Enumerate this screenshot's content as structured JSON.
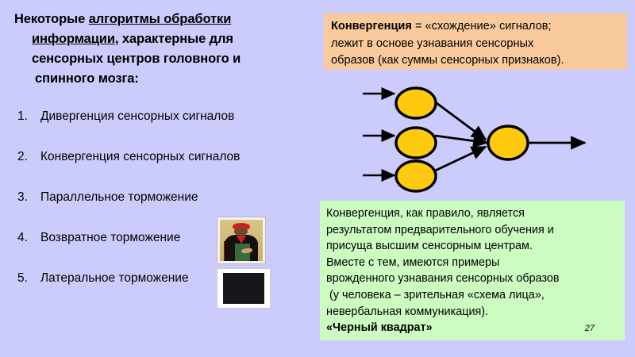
{
  "slide": {
    "background_color": "#ccccfc",
    "page_number": "27"
  },
  "title": {
    "line1_plain": "Некоторые ",
    "line1_underlined": "алгоритмы обработки",
    "line2_underlined": " информации",
    "line2_plain": ", характерные для",
    "line3": "сенсорных центров головного и",
    "line4": "спинного мозга:"
  },
  "list": {
    "items": [
      {
        "num": "1.",
        "label": "Дивергенция сенсорных сигналов"
      },
      {
        "num": "2.",
        "label": "Конвергенция сенсорных сигналов"
      },
      {
        "num": "3.",
        "label": "Параллельное торможение"
      },
      {
        "num": "4.",
        "label": "Возвратное торможение"
      },
      {
        "num": "5.",
        "label": "Латеральное торможение"
      }
    ]
  },
  "pictures": {
    "portrait": "malevich-self-portrait-image",
    "black_square": "black-square-painting-image"
  },
  "orange_box": {
    "background_color": "#f9cb9c",
    "bold_term": "Конвергенция",
    "rest_line1": " = «схождение» сигналов;",
    "line2": "лежит в основе узнавания сенсорных",
    "line3": "образов (как суммы сенсорных признаков)."
  },
  "diagram": {
    "name": "convergence-diagram",
    "node_fill": "#ffc90e",
    "node_stroke": "#000000",
    "input_nodes": 3,
    "output_nodes": 1
  },
  "green_box": {
    "background_color": "#ccfcc0",
    "lines": [
      "Конвергенция, как правило, является",
      "результатом предварительного обучения и",
      "присуща высшим сенсорным центрам.",
      "Вместе с тем, имеются примеры",
      "врожденного узнавания сенсорных образов",
      " (у человека – зрительная «схема лица»,",
      "невербальная коммуникация)."
    ],
    "last_line_bold": "«Черный квадрат»"
  }
}
